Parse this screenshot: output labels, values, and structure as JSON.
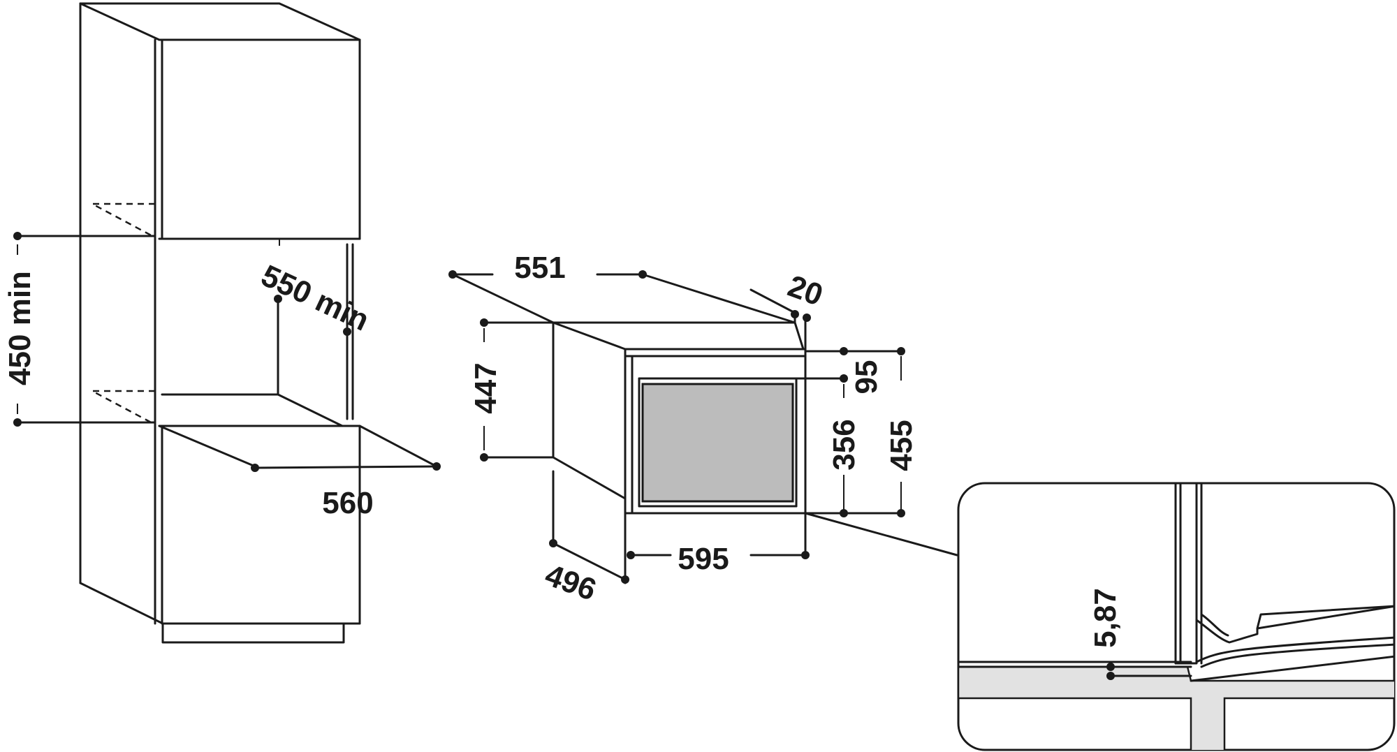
{
  "dimensions": {
    "niche_height_min": "450 min",
    "niche_depth_min": "550 min",
    "niche_width": "560",
    "oven_depth_top": "551",
    "front_offset": "20",
    "oven_height_body": "447",
    "panel_top": "95",
    "door_height": "356",
    "front_height": "455",
    "oven_width": "595",
    "oven_depth_bottom": "496",
    "detail_gap": "5,87"
  },
  "colors": {
    "line": "#1a1a1a",
    "door_window": "#bcbcbc",
    "detail_wall": "#e2e2e2"
  }
}
